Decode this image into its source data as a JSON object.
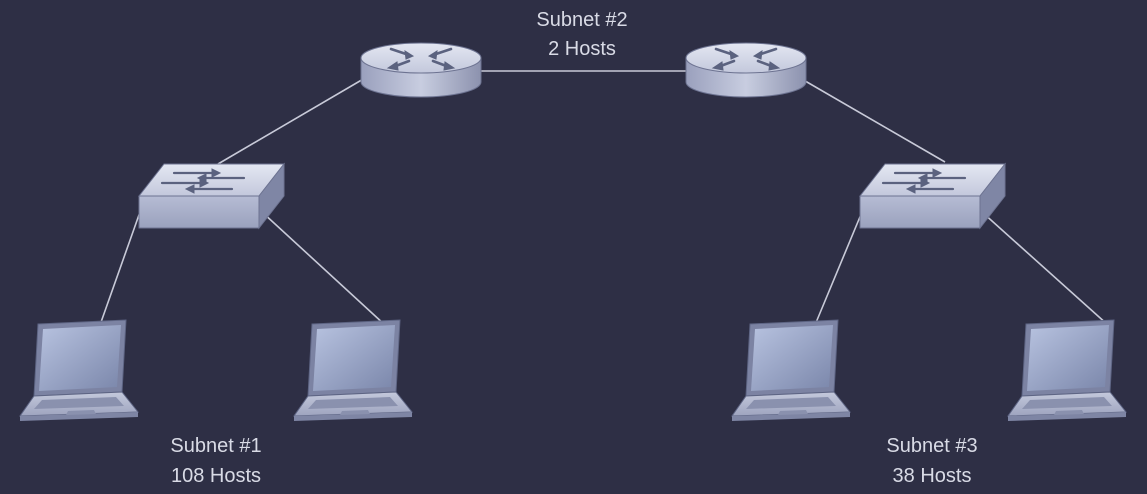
{
  "subnets": [
    {
      "name": "Subnet #1",
      "hosts": "108 Hosts"
    },
    {
      "name": "Subnet #2",
      "hosts": "2 Hosts"
    },
    {
      "name": "Subnet #3",
      "hosts": "38 Hosts"
    }
  ],
  "devices": {
    "routers": [
      "router-icon",
      "router-icon"
    ],
    "switches": [
      "switch-icon",
      "switch-icon"
    ],
    "hosts": [
      "laptop-icon",
      "laptop-icon",
      "laptop-icon",
      "laptop-icon"
    ]
  },
  "colors": {
    "background": "#2e2f45",
    "device_face": "#c7cde2",
    "device_side": "#7d84a6",
    "screen": "#9aa6c8",
    "link": "#c8cad8",
    "text": "#d9dbe6"
  }
}
